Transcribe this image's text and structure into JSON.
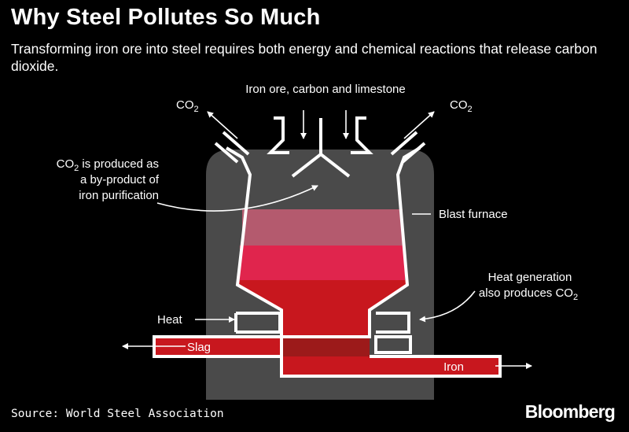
{
  "header": {
    "title": "Why Steel Pollutes So Much",
    "subtitle": "Transforming iron ore into steel requires both energy and chemical reactions that release carbon dioxide."
  },
  "labels": {
    "inputs": "Iron ore, carbon and limestone",
    "co2_left": "CO",
    "co2_right": "CO",
    "co2_sub": "2",
    "byproduct_line1_pre": "CO",
    "byproduct_line1_post": " is produced as",
    "byproduct_line2": "a by-product of",
    "byproduct_line3": "iron purification",
    "blast_furnace": "Blast furnace",
    "heat_gen_line1": "Heat generation",
    "heat_gen_line2_pre": "also produces CO",
    "heat": "Heat",
    "slag": "Slag",
    "iron": "Iron"
  },
  "colors": {
    "background": "#000000",
    "furnace_body": "#4a4a4a",
    "layer_top": "#b45a6e",
    "layer_middle": "#e0254d",
    "layer_bottom": "#c8171e",
    "slag_dark": "#9c1a1a",
    "outline": "#ffffff"
  },
  "footer": {
    "source": "Source: World Steel Association",
    "brand": "Bloomberg"
  }
}
